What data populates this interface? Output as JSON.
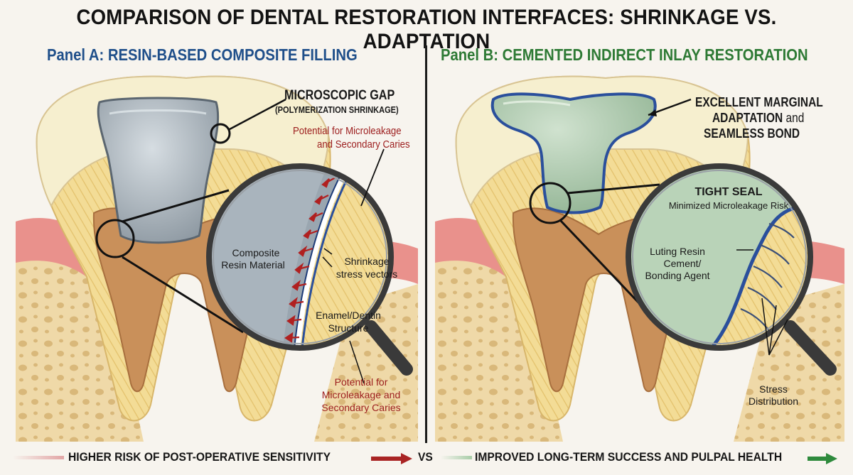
{
  "title": "COMPARISON OF DENTAL RESTORATION INTERFACES: SHRINKAGE VS. ADAPTATION",
  "panel_a": {
    "heading": "Panel A: RESIN-BASED COMPOSITE FILLING",
    "gap_label_title": "MICROSCOPIC GAP",
    "gap_label_sub": "(POLYMERIZATION SHRINKAGE)",
    "microleakage_top_line1": "Potential for Microleakage",
    "microleakage_top_line2": "and Secondary Caries",
    "composite_line1": "Composite",
    "composite_line2": "Resin Material",
    "shrinkage_line1": "Shrinkage",
    "shrinkage_line2": "stress vectors",
    "enamel_line1": "Enamel/Dentin",
    "enamel_line2": "Structure",
    "microleakage_bottom_line1": "Potential for",
    "microleakage_bottom_line2": "Microleakage and",
    "microleakage_bottom_line3": "Secondary Caries"
  },
  "panel_b": {
    "heading": "Panel B: CEMENTED INDIRECT INLAY RESTORATION",
    "adaptation_line1": "EXCELLENT MARGINAL",
    "adaptation_line2_bold": "ADAPTATION",
    "adaptation_line2_rest": " and",
    "adaptation_line3": "SEAMLESS BOND",
    "tight_seal": "TIGHT SEAL",
    "tight_seal_sub": "Minimized Microleakage Risk",
    "cement_line1": "Luting Resin",
    "cement_line2": "Cement/",
    "cement_line3": "Bonding Agent",
    "stress_line1": "Stress",
    "stress_line2": "Distribution"
  },
  "footer": {
    "left": "HIGHER RISK OF POST-OPERATIVE SENSITIVITY",
    "vs": "VS",
    "right": "IMPROVED LONG-TERM SUCCESS AND PULPAL HEALTH"
  },
  "colors": {
    "panel_a_heading": "#1f4f8a",
    "panel_b_heading": "#2e7a35",
    "warning_red": "#9c1d1d",
    "enamel": "#f6efcf",
    "dentin": "#efd89a",
    "pulp": "#c9905a",
    "gum": "#e9918c",
    "bone": "#efd9a8",
    "composite": "#a8b2ba",
    "inlay": "#a9c6a9",
    "cement_line": "#2a4f9c"
  }
}
